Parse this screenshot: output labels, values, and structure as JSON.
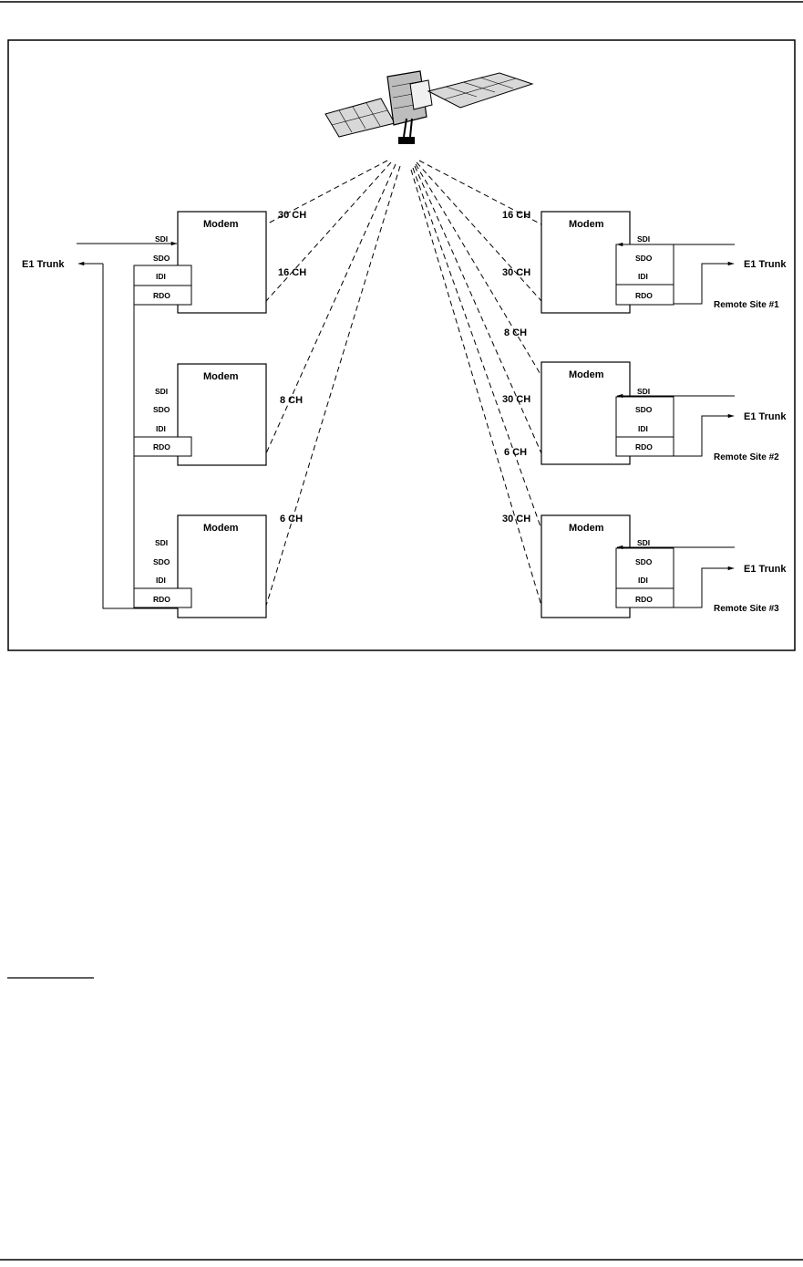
{
  "modem_label": "Modem",
  "ports": [
    "SDI",
    "SDO",
    "IDI",
    "RDO"
  ],
  "trunk_label": "E1 Trunk",
  "left_links": [
    "30 CH",
    "16 CH",
    "8 CH",
    "6 CH"
  ],
  "right_links": [
    "16 CH",
    "30 CH",
    "8 CH",
    "30 CH",
    "6 CH",
    "30 CH"
  ],
  "remote_sites": [
    "Remote Site #1",
    "Remote Site #2",
    "Remote Site #3"
  ]
}
